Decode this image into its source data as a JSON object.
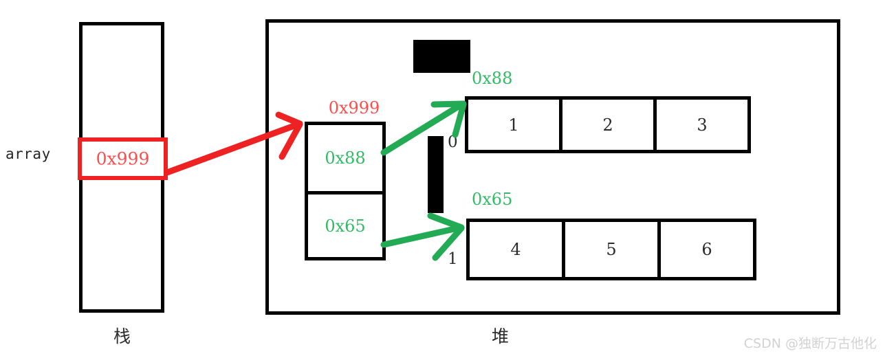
{
  "stack": {
    "variable_label": "array",
    "slot_value": "0x999",
    "caption": "栈"
  },
  "heap": {
    "caption": "堆",
    "pointer_array": {
      "address_label": "0x999",
      "cells": [
        {
          "value": "0x88"
        },
        {
          "value": "0x65"
        }
      ]
    },
    "rows": [
      {
        "address": "0x88",
        "index": "0",
        "cells": [
          "1",
          "2",
          "3"
        ]
      },
      {
        "address": "0x65",
        "index": "1",
        "cells": [
          "4",
          "5",
          "6"
        ]
      }
    ]
  },
  "watermark": "CSDN @独断万古他化",
  "colors": {
    "pointer_red": "#ee2222",
    "value_red": "#ff4d4d",
    "address_green": "#33bb66",
    "outline_black": "#000000",
    "watermark_gray": "#d2d2d2"
  }
}
